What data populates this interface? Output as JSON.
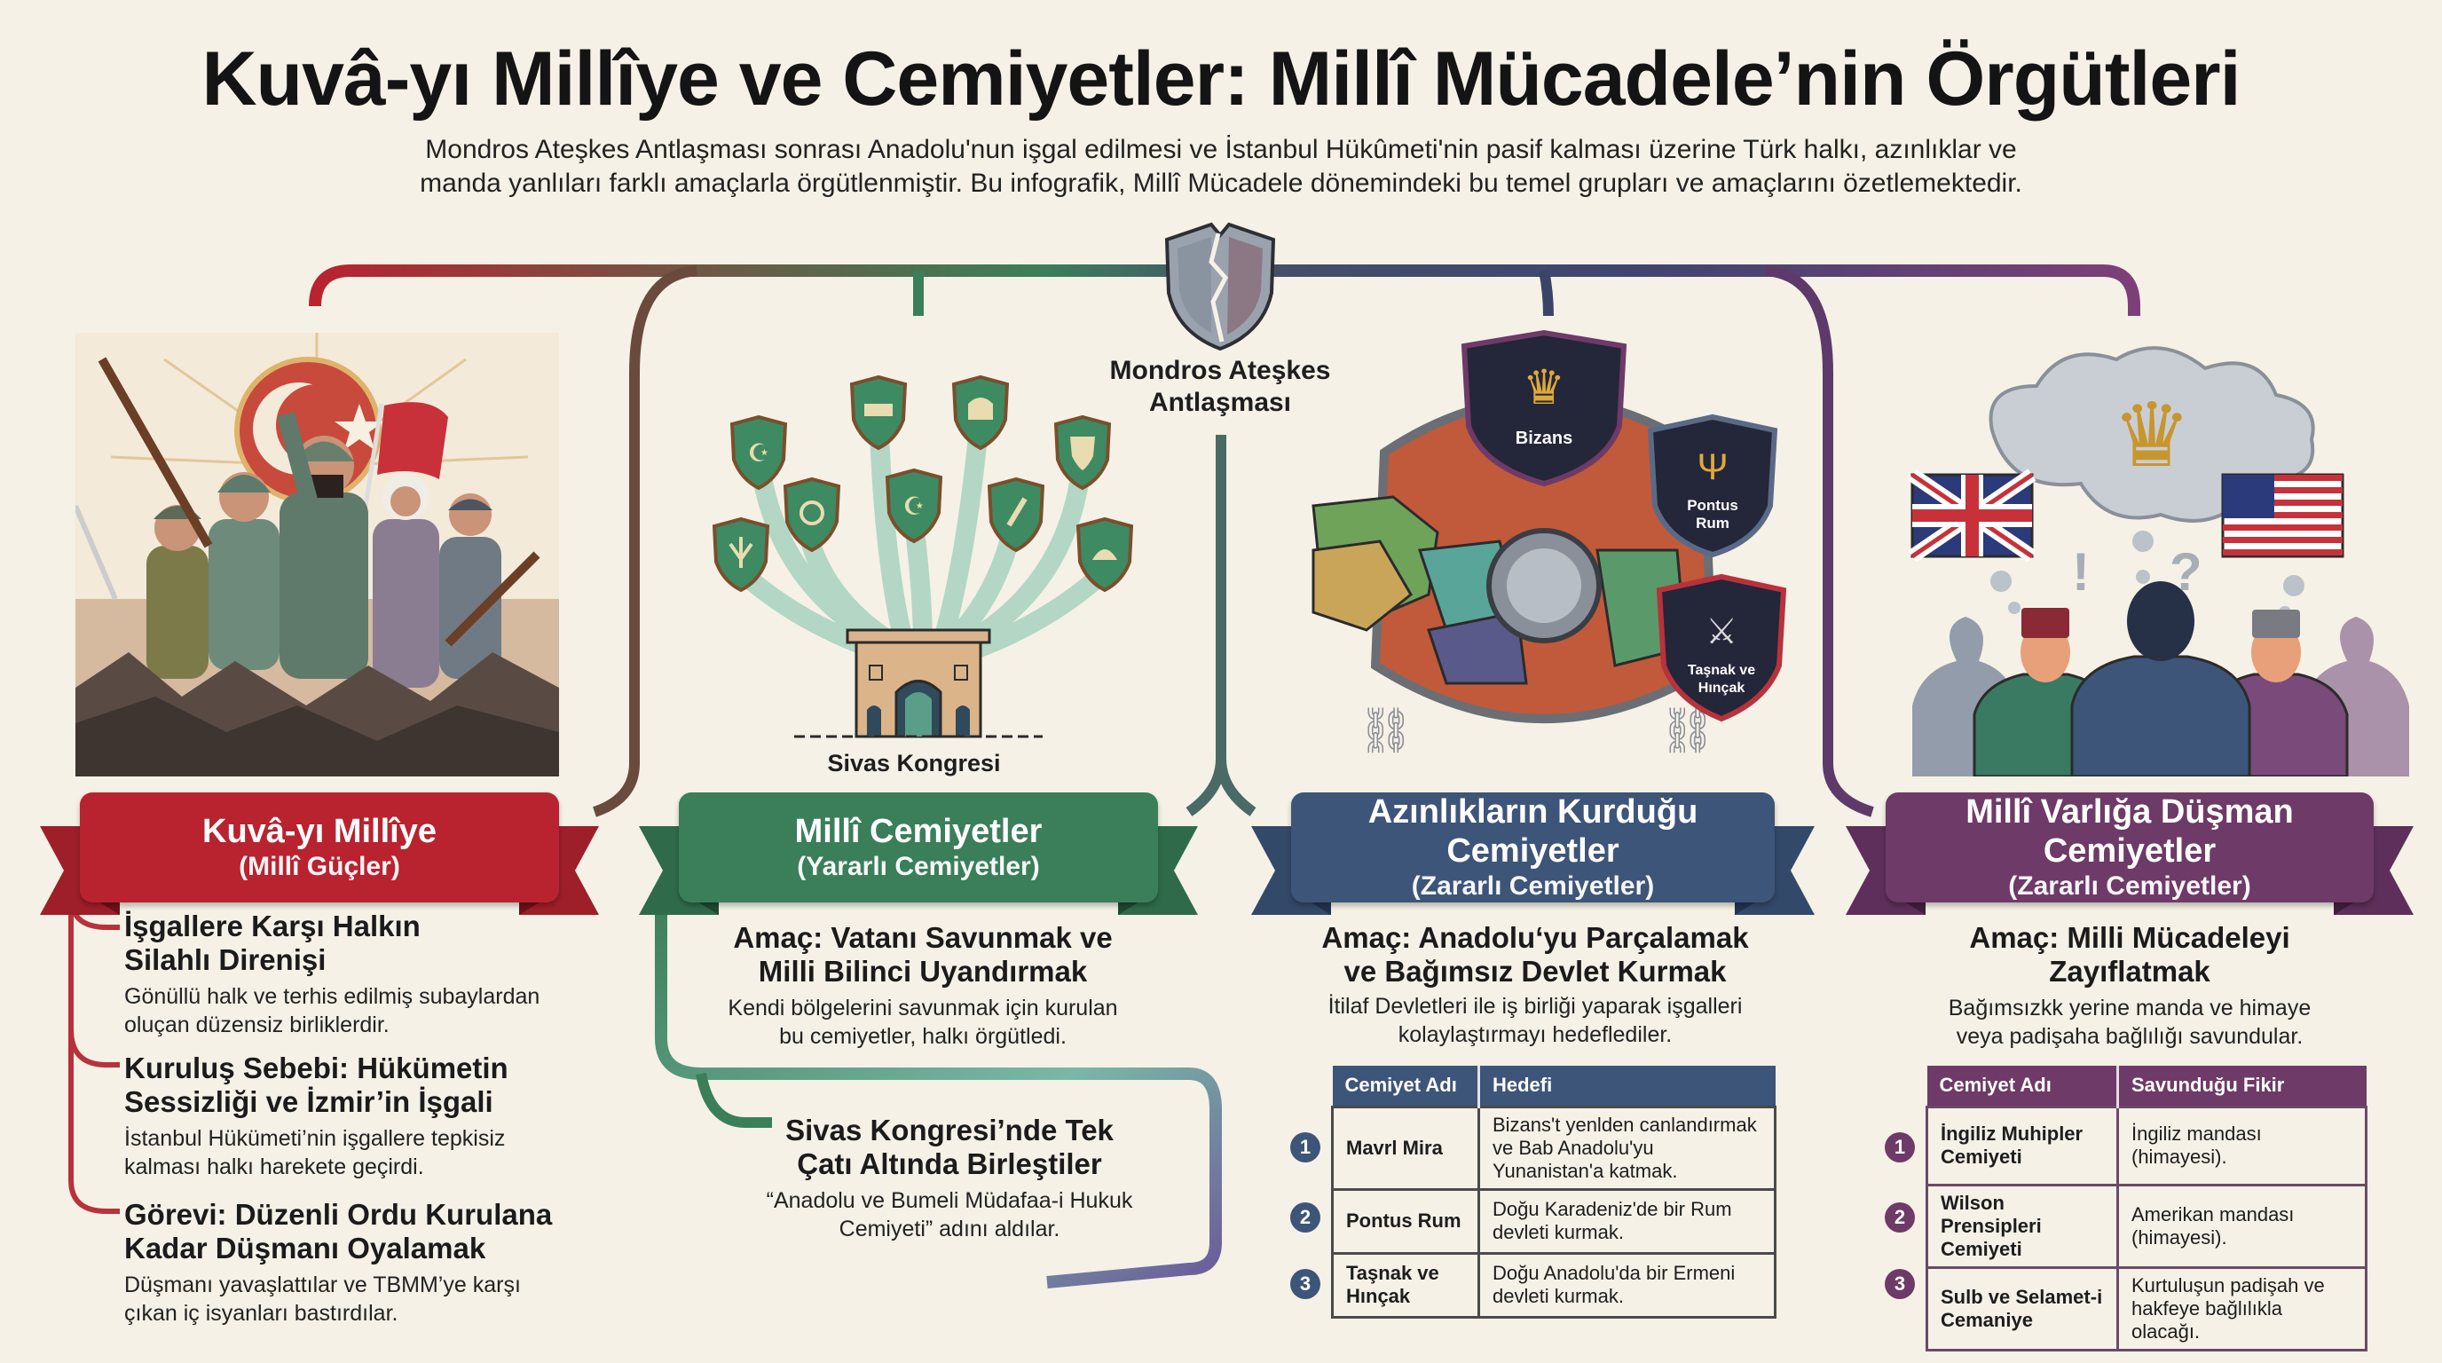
{
  "header": {
    "title": "Kuvâ-yı Millîye ve Cemiyetler: Millî Mücadele’nin Örgütleri",
    "subtitle_line1": "Mondros Ateşkes Antlaşması sonrası Anadolu'nun işgal edilmesi ve İstanbul Hükûmeti'nin pasif kalması üzerine Türk halkı, azınlıklar ve",
    "subtitle_line2": "manda yanlıları farklı amaçlarla örgütlenmiştir. Bu infografik, Millî Mücadele dönemindeki bu temel grupları ve amaçlarını özetlemektedir."
  },
  "colors": {
    "background": "#f5f1e6",
    "red": "#b8232f",
    "green": "#3b7f5a",
    "blue": "#3d5578",
    "purple": "#6e3a68",
    "text": "#1d1d1d"
  },
  "center": {
    "icon": "broken-shield-icon",
    "caption_line1": "Mondros Ateşkes",
    "caption_line2": "Antlaşması"
  },
  "columns": [
    {
      "id": "kuvayi-milliye",
      "banner_title": "Kuvâ-yı Millîye",
      "banner_subtitle": "(Millî Güçler)",
      "illustration": "militia-fighters-with-turkish-flag",
      "points": [
        {
          "heading_line1": "İşgallere Karşı Halkın",
          "heading_line2": "Silahlı Direnişi",
          "body_line1": "Gönüllü halk ve terhis edilmiş subaylardan",
          "body_line2": "oluçan düzensiz birliklerdir."
        },
        {
          "heading_line1": "Kuruluş Sebebi: Hükümetin",
          "heading_line2": "Sessizliği ve İzmir’in İşgali",
          "body_line1": "İstanbul Hükümeti’nin işgallere tepkisiz",
          "body_line2": "kalması halkı harekete geçirdi."
        },
        {
          "heading_line1": "Görevi: Düzenli Ordu Kurulana",
          "heading_line2": "Kadar Düşmanı Oyalamak",
          "body_line1": "Düşmanı yavaşlattılar ve TBMM’ye karşı",
          "body_line2": "çıkan iç isyanları bastırdılar."
        }
      ]
    },
    {
      "id": "milli-cemiyetler",
      "banner_title": "Millî Cemiyetler",
      "banner_subtitle": "(Yararlı Cemiyetler)",
      "illustration": "regional-shields-merging-into-sivas-gate",
      "illustration_caption": "Sivas Kongresi",
      "aim_heading_line1": "Amaç: Vatanı Savunmak ve",
      "aim_heading_line2": "Milli Bilinci Uyandırmak",
      "aim_body_line1": "Kendi bölgelerini savunmak için kurulan",
      "aim_body_line2": "bu cemiyetler, halkı örgütledi.",
      "union_heading_line1": "Sivas Kongresi’nde Tek",
      "union_heading_line2": "Çatı Altında Birleştiler",
      "union_body_line1": "“Anadolu ve Bumeli Müdafaa-i Hukuk",
      "union_body_line2": "Cemiyeti” adını aldılar."
    },
    {
      "id": "azinlik-cemiyetleri",
      "banner_title": "Azınlıkların Kurduğu Cemiyetler",
      "banner_subtitle": "(Zararlı Cemiyetler)",
      "illustration": "fractured-anatolia-map-with-chains",
      "illustration_badges": [
        "Bizans",
        "Pontus Rum",
        "Taşnak ve Hınçak"
      ],
      "aim_heading_line1": "Amaç: Anadolu‘yu Parçalamak",
      "aim_heading_line2": "ve Bağımsız Devlet Kurmak",
      "aim_body_line1": "İtilaf Devletleri ile iş birliği yaparak işgalleri",
      "aim_body_line2": "kolaylaştırmayı hedeflediler.",
      "table": {
        "headers": [
          "Cemiyet Adı",
          "Hedefi"
        ],
        "rows": [
          {
            "num": "1",
            "name": "Mavrl Mira",
            "value": "Bizans't yenlden canlandırmak ve Bab Anadolu'yu Yunanistan'a katmak."
          },
          {
            "num": "2",
            "name": "Pontus Rum",
            "value": "Doğu Karadeniz'de bir Rum devleti kurmak."
          },
          {
            "num": "3",
            "name": "Taşnak ve Hınçak",
            "value": "Doğu Anadolu'da bir Ermeni devleti kurmak."
          }
        ]
      }
    },
    {
      "id": "milli-varliga-dusman",
      "banner_title": "Millî Varlığa Düşman Cemiyetler",
      "banner_subtitle": "(Zararlı Cemiyetler)",
      "illustration": "men-thinking-of-mandate-crown-uk-us-flags",
      "aim_heading_line1": "Amaç: Milli Mücadeleyi",
      "aim_heading_line2": "Zayıflatmak",
      "aim_body_line1": "Bağımsızkk yerine manda ve himaye",
      "aim_body_line2": "veya padişaha bağlılığı savundular.",
      "table": {
        "headers": [
          "Cemiyet Adı",
          "Savunduğu Fikir"
        ],
        "rows": [
          {
            "num": "1",
            "name": "İngiliz Muhipler Cemiyeti",
            "value": "İngiliz mandası (himayesi)."
          },
          {
            "num": "2",
            "name": "Wilson Prensipleri Cemiyeti",
            "value": "Amerikan mandası (himayesi)."
          },
          {
            "num": "3",
            "name": "Sulb ve Selamet-i Cemaniye",
            "value": "Kurtuluşun padişah ve hakfeye bağlılıkla olacağı."
          }
        ]
      }
    }
  ]
}
